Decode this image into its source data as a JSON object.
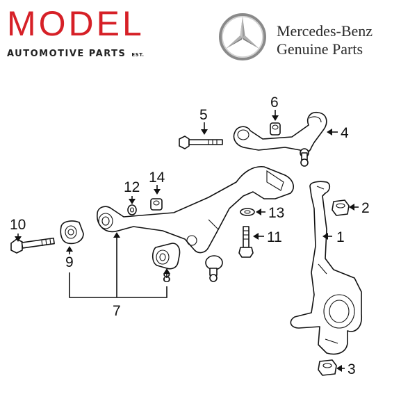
{
  "header": {
    "left_brand": "MODEL",
    "left_tagline": "AUTOMOTIVE PARTS",
    "left_est": "EST.",
    "right_brand": "Mercedes-Benz",
    "right_sub": "Genuine Parts"
  },
  "callouts": [
    "1",
    "2",
    "3",
    "4",
    "5",
    "6",
    "7",
    "8",
    "9",
    "10",
    "11",
    "12",
    "13",
    "14"
  ],
  "colors": {
    "model_red": "#d62027",
    "ink": "#111111"
  }
}
